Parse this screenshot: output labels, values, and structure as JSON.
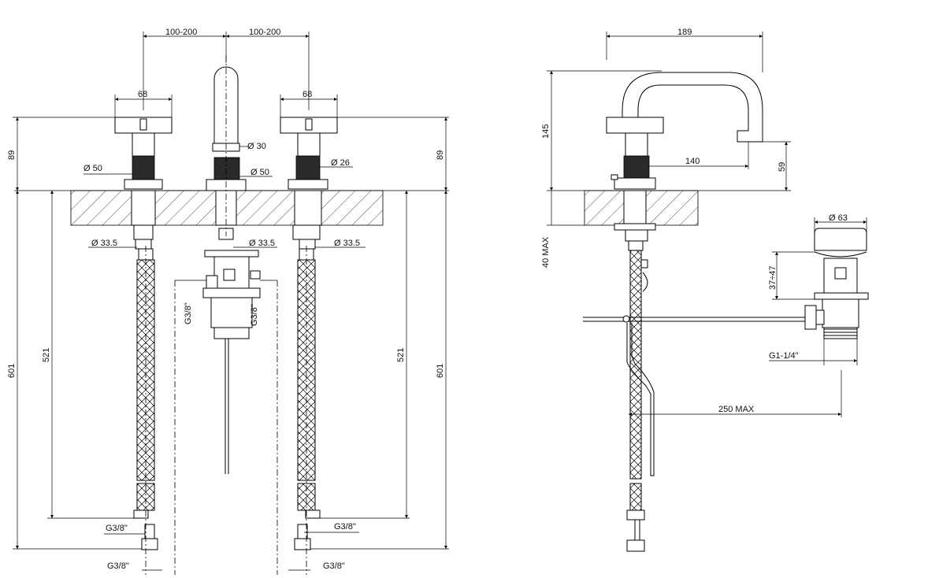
{
  "front_view": {
    "dim_spacing_left": "100-200",
    "dim_spacing_right": "100-200",
    "dim_handle_left": "68",
    "dim_handle_right": "68",
    "dim_height_left": "89",
    "dim_height_right": "89",
    "dim_spout_dia": "Ø 30",
    "dim_spout_base_dia": "Ø 50",
    "dim_handle_base_left_dia": "Ø 50",
    "dim_handle_knurl_right_dia": "Ø 26",
    "dim_shank_left": "Ø 33.5",
    "dim_shank_center": "Ø 33.5",
    "dim_shank_right": "Ø 33.5",
    "dim_length_left_outer": "601",
    "dim_length_left_inner": "521",
    "dim_length_right_inner": "521",
    "dim_length_right_outer": "601",
    "thread_center_left": "G3/8\"",
    "thread_center_right": "G3/8\"",
    "thread_left_upper": "G3/8\"",
    "thread_left_lower": "G3/8\"",
    "thread_right_upper": "G3/8\"",
    "thread_right_lower": "G3/8\""
  },
  "side_view": {
    "dim_reach_total": "189",
    "dim_height_total": "145",
    "dim_spout_reach": "140",
    "dim_spout_height": "59",
    "dim_deck_max": "40 MAX",
    "dim_drain_length": "250 MAX"
  },
  "waste_detail": {
    "dim_cap_dia": "Ø 63",
    "dim_cap_height": "37÷47",
    "dim_thread": "G1-1/4\""
  }
}
